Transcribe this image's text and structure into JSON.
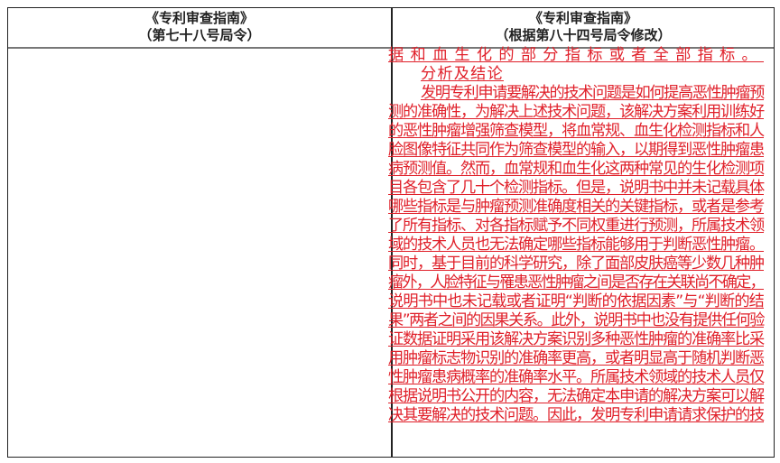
{
  "table": {
    "headers": {
      "left": {
        "title": "《专利审查指南》",
        "subtitle": "（第七十八号局令）"
      },
      "right": {
        "title": "《专利审查指南》",
        "subtitle": "（根据第八十四号局令修改）"
      }
    },
    "left_body": "",
    "right_body": {
      "lines": [
        "据和血生化的部分指标或者全部指标。",
        "分析及结论",
        "发明专利申请要解决的技术问题是如何提高恶性肿瘤预",
        "测的准确性，为解决上述技术问题，该解决方案利用训练好",
        "的恶性肿瘤增强筛查模型，将血常规、血生化检测指标和人",
        "脸图像特征共同作为筛查模型的输入，以期得到恶性肿瘤患",
        "病预测值。然而，血常规和血生化这两种常见的生化检测项",
        "目各包含了几十个检测指标。但是，说明书中并未记载具体",
        "哪些指标是与肿瘤预测准确度相关的关键指标，或者是参考",
        "了所有指标、对各指标赋予不同权重进行预测，所属技术领",
        "域的技术人员也无法确定哪些指标能够用于判断恶性肿瘤。",
        "同时，基于目前的科学研究，除了面部皮肤癌等少数几种肿",
        "瘤外，人脸特征与罹患恶性肿瘤之间是否存在关联尚不确定，",
        "说明书中也未记载或者证明“判断的依据因素”与“判断的结",
        "果”两者之间的因果关系。此外，说明书中也没有提供任何验",
        "证数据证明采用该解决方案识别多种恶性肿瘤的准确率比采",
        "用肿瘤标志物识别的准确率更高，或者明显高于随机判断恶",
        "性肿瘤患病概率的准确率水平。所属技术领域的技术人员仅",
        "根据说明书公开的内容，无法确定本申请的解决方案可以解",
        "决其要解决的技术问题。因此，发明专利申请请求保护的技"
      ],
      "indented_lines": [
        1,
        2
      ],
      "text_color": "#e0202a",
      "style": "underlined-insertion"
    }
  }
}
